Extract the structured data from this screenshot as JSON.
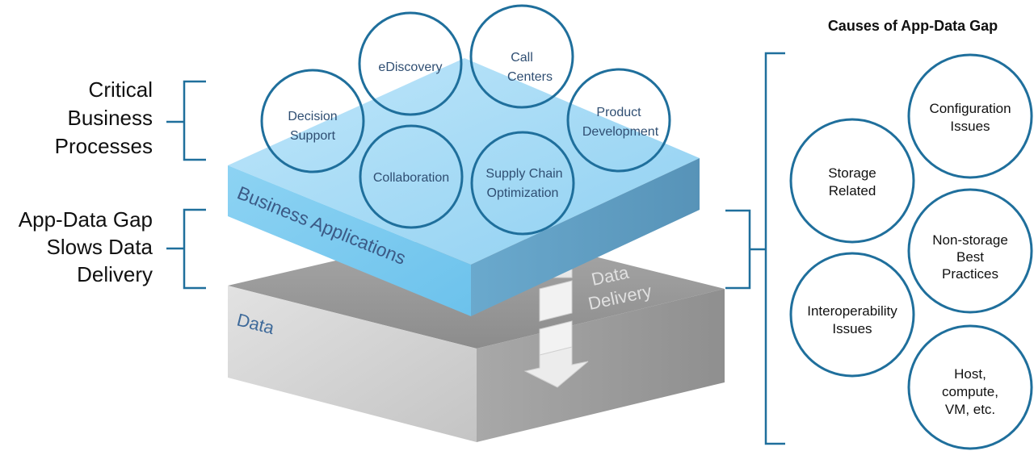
{
  "left_labels": {
    "processes": [
      "Critical",
      "Business",
      "Processes"
    ],
    "gap": [
      "App-Data Gap",
      "Slows Data",
      "Delivery"
    ]
  },
  "layers": {
    "business": "Business Applications",
    "data": "Data",
    "delivery": [
      "Data",
      "Delivery"
    ]
  },
  "processes": [
    {
      "id": "ediscovery",
      "lines": [
        "eDiscovery"
      ]
    },
    {
      "id": "call-centers",
      "lines": [
        "Call",
        "Centers"
      ]
    },
    {
      "id": "decision-support",
      "lines": [
        "Decision",
        "Support"
      ]
    },
    {
      "id": "product-development",
      "lines": [
        "Product",
        "Development"
      ]
    },
    {
      "id": "collaboration",
      "lines": [
        "Collaboration"
      ]
    },
    {
      "id": "supply-chain",
      "lines": [
        "Supply Chain",
        "Optimization"
      ]
    }
  ],
  "causes": {
    "title": "Causes of App-Data Gap",
    "items": [
      {
        "id": "configuration",
        "lines": [
          "Configuration",
          "Issues"
        ]
      },
      {
        "id": "storage",
        "lines": [
          "Storage",
          "Related"
        ]
      },
      {
        "id": "non-storage",
        "lines": [
          "Non-storage",
          "Best",
          "Practices"
        ]
      },
      {
        "id": "interoperability",
        "lines": [
          "Interoperability",
          "Issues"
        ]
      },
      {
        "id": "host",
        "lines": [
          "Host,",
          "compute,",
          "VM, etc."
        ]
      }
    ]
  },
  "colors": {
    "accent": "#1f6f9c",
    "blue_top": "#a9dcf6",
    "blue_front": "#7dcaef",
    "blue_side": "#5f9fc4",
    "grey_front": "#d3d3d3",
    "grey_side": "#9a9a9a",
    "text_blue": "#3b5a78"
  }
}
